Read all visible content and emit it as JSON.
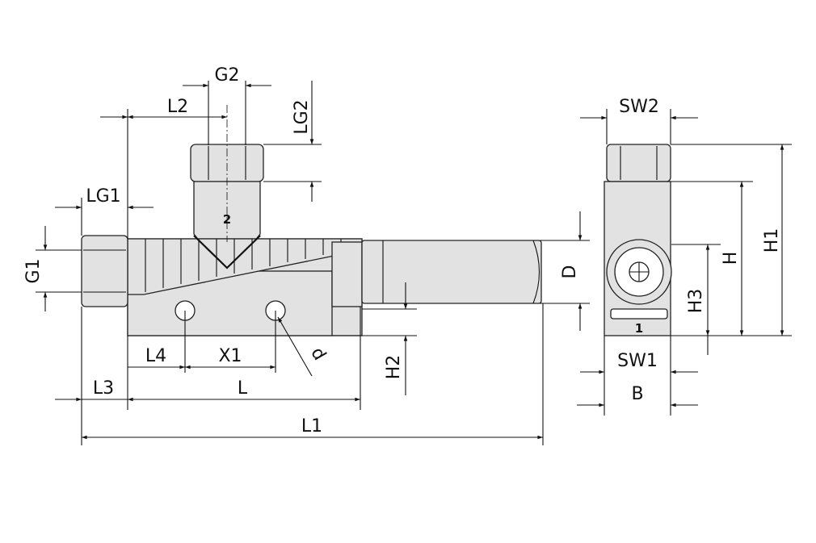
{
  "labels": {
    "G2": "G2",
    "L2": "L2",
    "LG2": "LG2",
    "LG1": "LG1",
    "G1": "G1",
    "L4": "L4",
    "X1": "X1",
    "d": "d",
    "H2": "H2",
    "L3": "L3",
    "L": "L",
    "L1": "L1",
    "D": "D",
    "SW2": "SW2",
    "SW1": "SW1",
    "B": "B",
    "H": "H",
    "H1": "H1",
    "H3": "H3"
  },
  "ports": {
    "port1": "1",
    "port2": "2"
  },
  "colors": {
    "body_fill": "#e2e2e2",
    "line": "#111111"
  }
}
